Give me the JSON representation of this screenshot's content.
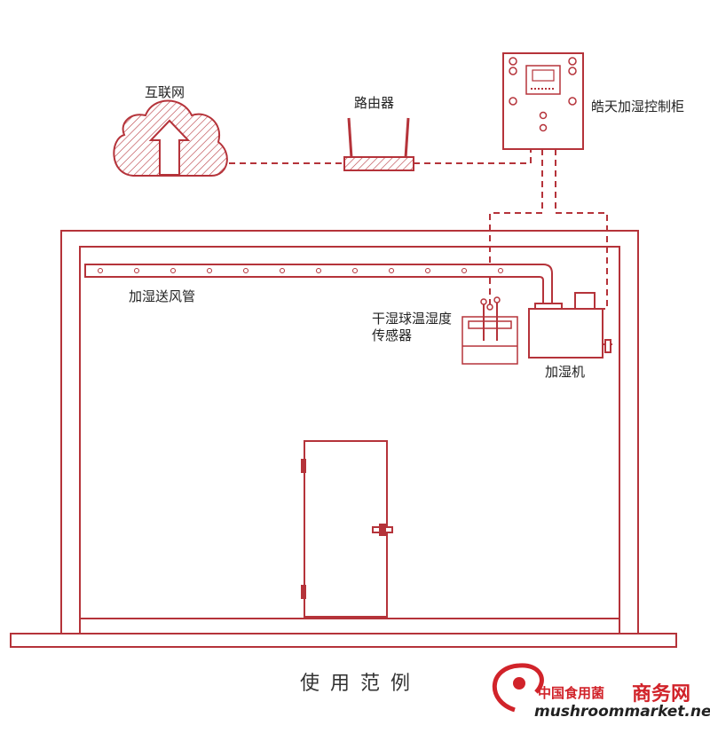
{
  "colors": {
    "line": "#b5333a",
    "text": "#222222",
    "watermark_red": "#d1232a"
  },
  "labels": {
    "internet": "互联网",
    "router": "路由器",
    "control_cabinet": "皓天加湿控制柜",
    "duct": "加湿送风管",
    "sensor_line1": "干湿球温湿度",
    "sensor_line2": "传感器",
    "humidifier": "加湿机"
  },
  "caption": "使用范例",
  "watermark": {
    "cn_small": "中国食用菌",
    "cn_big": "商务网",
    "en": "mushroommarket.net"
  }
}
